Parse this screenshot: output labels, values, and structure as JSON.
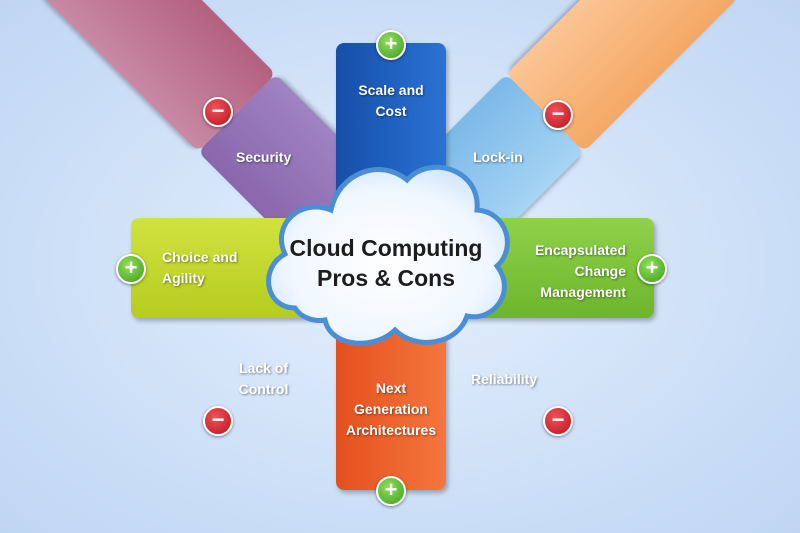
{
  "center": {
    "line1": "Cloud Computing",
    "line2": "Pros & Cons"
  },
  "items": {
    "scale_cost": {
      "line1": "Scale and",
      "line2": "Cost",
      "sign": "+",
      "kind": "pro",
      "color": "#1a5fc2"
    },
    "lock_in": {
      "line1": "Lock-in",
      "sign": "−",
      "kind": "con",
      "color": "#8ac4ee"
    },
    "encapsulated": {
      "line1": "Encapsulated",
      "line2": "Change",
      "line3": "Management",
      "sign": "+",
      "kind": "pro",
      "color": "#7fc63b"
    },
    "reliability": {
      "line1": "Reliability",
      "sign": "−",
      "kind": "con",
      "color": "#c0708f"
    },
    "next_gen": {
      "line1": "Next",
      "line2": "Generation",
      "line3": "Architectures",
      "sign": "+",
      "kind": "pro",
      "color": "#f0612c"
    },
    "lack_control": {
      "line1": "Lack of",
      "line2": "Control",
      "sign": "−",
      "kind": "con",
      "color": "#f8b67d"
    },
    "choice_agility": {
      "line1": "Choice and",
      "line2": "Agility",
      "sign": "+",
      "kind": "pro",
      "color": "#c3d82c"
    },
    "security": {
      "line1": "Security",
      "sign": "−",
      "kind": "con",
      "color": "#9676b8"
    }
  }
}
